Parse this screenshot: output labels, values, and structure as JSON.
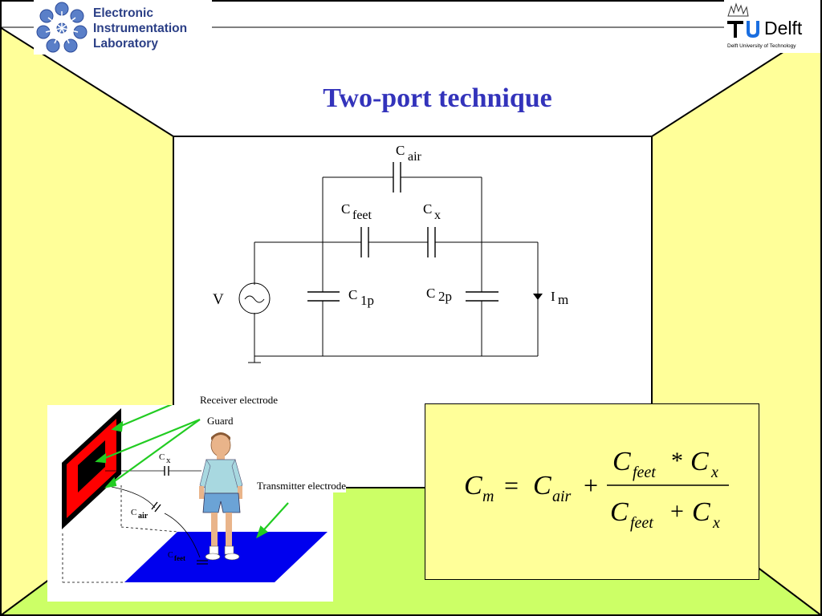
{
  "header": {
    "lab_logo": {
      "lines": [
        "Electronic",
        "Instrumentation",
        "Laboratory"
      ]
    },
    "university_logo": {
      "name": "Delft",
      "sub": "Delft University of Technology"
    }
  },
  "slide": {
    "title": "Two-port technique"
  },
  "circuit": {
    "source": "V",
    "components": {
      "c_air": {
        "main": "C",
        "sub": "air"
      },
      "c_feet": {
        "main": "C",
        "sub": "feet"
      },
      "c_x": {
        "main": "C",
        "sub": "x"
      },
      "c_1p": {
        "main": "C",
        "sub": "1p"
      },
      "c_2p": {
        "main": "C",
        "sub": "2p"
      },
      "i_m": {
        "main": "I",
        "sub": "m"
      }
    }
  },
  "illustration": {
    "labels": {
      "receiver": "Receiver electrode",
      "guard": "Guard",
      "transmitter": "Transmitter electrode"
    },
    "caps": {
      "c_x": {
        "main": "C",
        "sub": "x"
      },
      "c_air": {
        "main": "C",
        "sub": "air"
      },
      "c_feet": {
        "main": "C",
        "sub": "feet"
      }
    }
  },
  "formula": {
    "lhs": {
      "main": "C",
      "sub": "m"
    },
    "equals": "=",
    "term1": {
      "main": "C",
      "sub": "air"
    },
    "plus": "+",
    "numerator": {
      "a": "C",
      "a_sub": "feet",
      "op": "*",
      "b": "C",
      "b_sub": "x"
    },
    "denominator": {
      "a": "C",
      "a_sub": "feet",
      "op": "+",
      "b": "C",
      "b_sub": "x"
    }
  },
  "colors": {
    "wall": "#ffff99",
    "floor": "#ccff66",
    "title": "#3333bb",
    "electrode_red": "#ff0000",
    "floor_plate": "#0000ee",
    "arrow": "#22cc22"
  }
}
